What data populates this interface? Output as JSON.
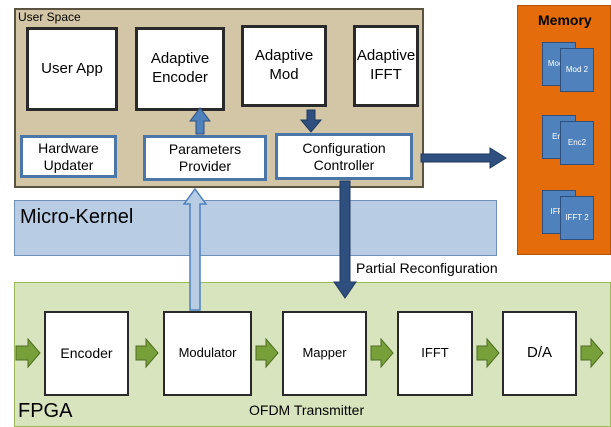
{
  "user_space": {
    "label": "User Space",
    "modules": {
      "user_app": "User App",
      "adaptive_encoder": "Adaptive Encoder",
      "adaptive_mod": "Adaptive Mod",
      "adaptive_ifft": "Adaptive IFFT",
      "hardware_updater": "Hardware Updater",
      "parameters_provider": "Parameters Provider",
      "configuration_controller": "Configuration Controller"
    }
  },
  "micro_kernel": {
    "label": "Micro-Kernel"
  },
  "memory": {
    "label": "Memory",
    "cards": {
      "mod1": "Mod 1",
      "mod2": "Mod 2",
      "enc1": "Enc",
      "enc2": "Enc2",
      "ifft1": "IFFT",
      "ifft2": "IFFT 2"
    }
  },
  "partial_reconfiguration": {
    "label": "Partial Reconfiguration"
  },
  "fpga": {
    "label": "FPGA",
    "caption": "OFDM Transmitter",
    "blocks": {
      "encoder": "Encoder",
      "modulator": "Modulator",
      "mapper": "Mapper",
      "ifft": "IFFT",
      "da": "D/A"
    }
  },
  "colors": {
    "user_space_bg": "#d3c6a6",
    "micro_kernel_bg": "#b8cde4",
    "fpga_bg": "#d7e4bd",
    "memory_bg": "#e46c0a",
    "arrow_blue": "#2f4f7f",
    "arrow_green": "#77a03a"
  }
}
